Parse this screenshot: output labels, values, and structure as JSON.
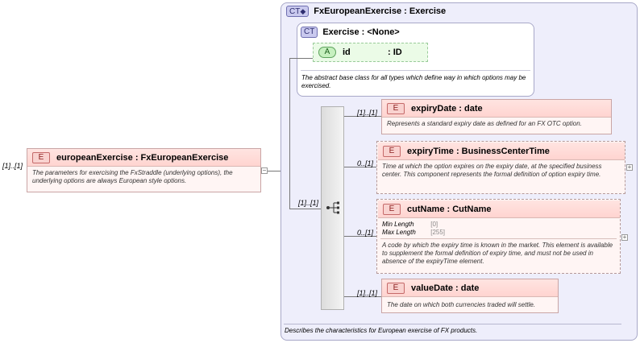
{
  "root": {
    "cardinality": "[1]..[1]",
    "badge": "E",
    "title": "europeanExercise : FxEuropeanExercise",
    "doc": "The parameters for exercising the FxStraddle (underlying options), the underlying options are always European style options."
  },
  "complex_type": {
    "badge": "CT",
    "title": "FxEuropeanExercise : Exercise",
    "doc": "Describes the characteristics for European exercise of FX products."
  },
  "base_type": {
    "badge": "CT",
    "title": "Exercise : <None>",
    "doc": "The abstract base class for all types which define way in which options may be exercised.",
    "attribute": {
      "badge": "A",
      "name": "id",
      "type": ": ID"
    }
  },
  "sequence": {
    "cardinality": "[1]..[1]"
  },
  "children": [
    {
      "cardinality": "[1]..[1]",
      "badge": "E",
      "title": "expiryDate : date",
      "doc": "Represents a standard expiry date as defined for an FX OTC option."
    },
    {
      "cardinality": "0..[1]",
      "badge": "E",
      "title": "expiryTime : BusinessCenterTime",
      "doc": "Time at which the option expires on the expiry date, at the specified business center. This component represents the formal definition of option expiry time."
    },
    {
      "cardinality": "0..[1]",
      "badge": "E",
      "title": "cutName : CutName",
      "facets": [
        {
          "label": "Min Length",
          "value": "[0]"
        },
        {
          "label": "Max Length",
          "value": "[255]"
        }
      ],
      "doc": "A code by which the expiry time is known in the market. This element is available to supplement the formal definition of expiry time, and must not be used in absence of the expiryTime element."
    },
    {
      "cardinality": "[1]..[1]",
      "badge": "E",
      "title": "valueDate : date",
      "doc": "The date on which both currencies traded will settle."
    }
  ],
  "expand_symbol": "+",
  "collapse_symbol": "−"
}
